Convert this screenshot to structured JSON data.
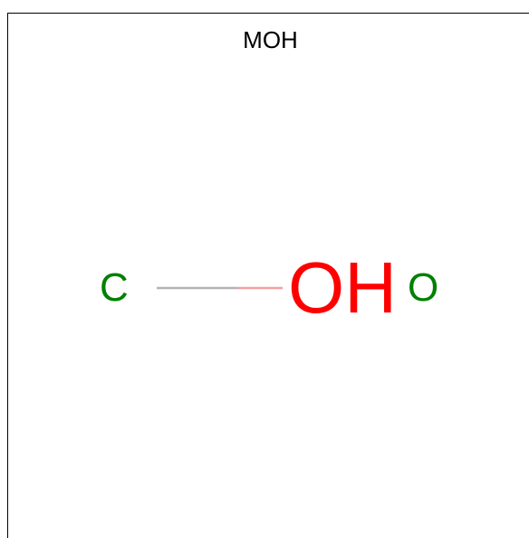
{
  "title": "MOH",
  "atoms": {
    "carbon": "C",
    "hydroxyl": "OH",
    "oxygen_label": "O"
  },
  "colors": {
    "carbon_label": "#008000",
    "hydroxyl_label": "#ff0000",
    "oxygen_label": "#008000",
    "bond_carbon_side": "#b3b3b3",
    "bond_oxygen_side": "#f4a0a0",
    "frame": "#000000"
  }
}
